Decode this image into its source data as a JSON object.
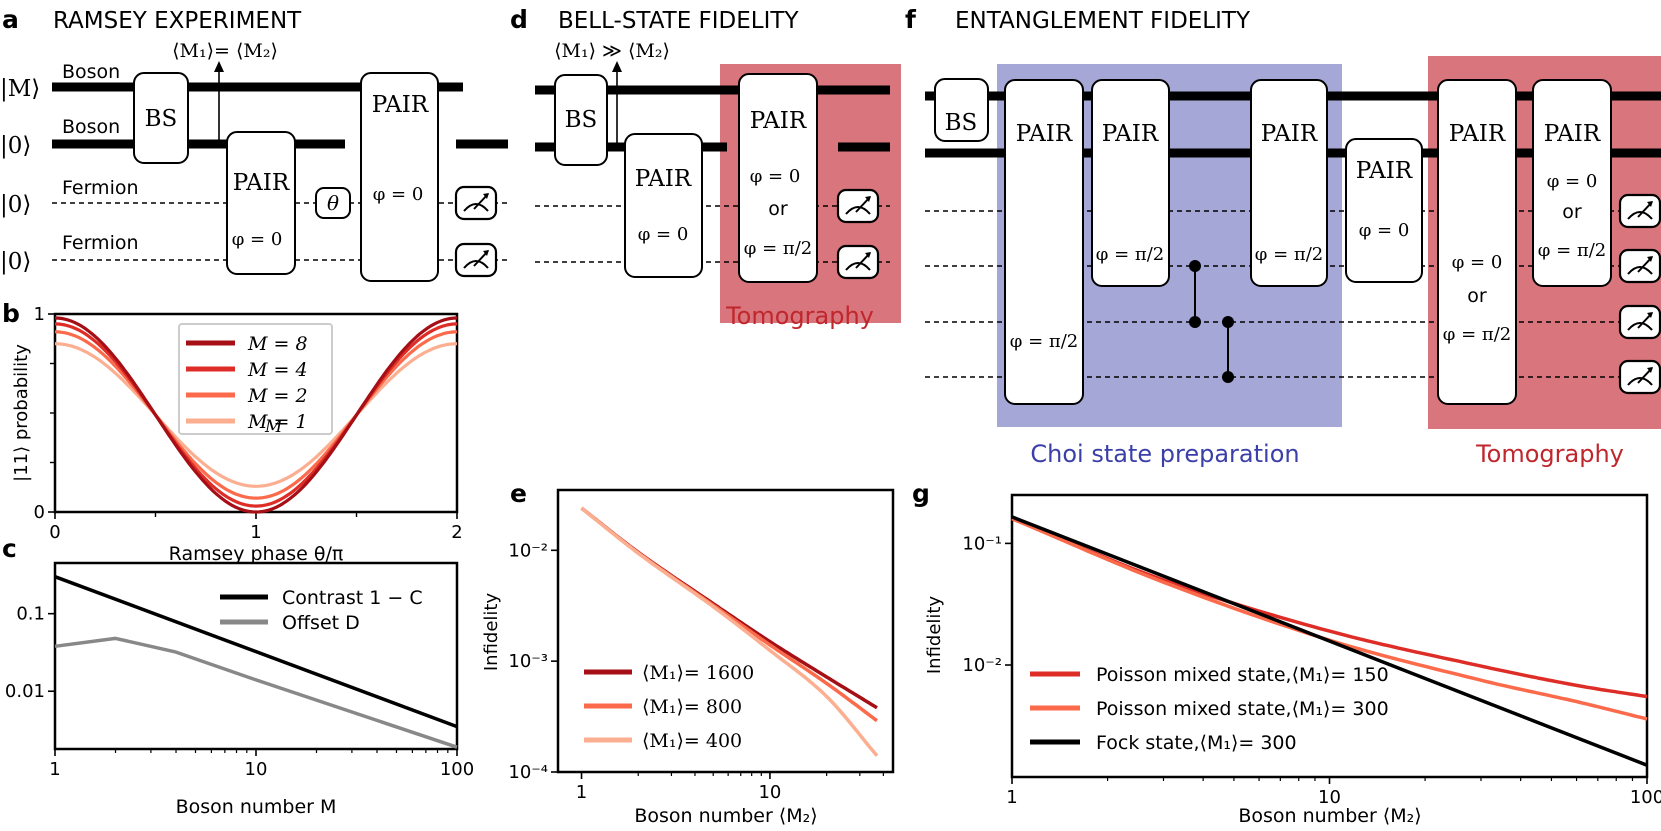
{
  "panels": {
    "a": {
      "letter": "a",
      "title": "RAMSEY EXPERIMENT",
      "relation": "⟨M₁⟩= ⟨M₂⟩",
      "wire_states": [
        "|M⟩",
        "|0⟩",
        "|0⟩",
        "|0⟩"
      ],
      "wire_labels": [
        "Boson",
        "Boson",
        "Fermion",
        "Fermion"
      ],
      "gates": {
        "bs": "BS",
        "pair": "PAIR",
        "phase0": "φ = 0",
        "theta": "θ"
      }
    },
    "b": {
      "letter": "b"
    },
    "c": {
      "letter": "c"
    },
    "d": {
      "letter": "d",
      "title": "BELL-STATE FIDELITY",
      "relation": "⟨M₁⟩ ≫ ⟨M₂⟩",
      "gates": {
        "bs": "BS",
        "pair": "PAIR",
        "phase0": "φ = 0",
        "or": "or",
        "phase_pi2": "φ = π/2"
      },
      "box_label": "Tomography"
    },
    "e": {
      "letter": "e"
    },
    "f": {
      "letter": "f",
      "title": "ENTANGLEMENT FIDELITY",
      "gates": {
        "bs": "BS",
        "pair": "PAIR",
        "phase0": "φ = 0",
        "or": "or",
        "phase_pi2": "φ = π/2"
      },
      "box_choi": "Choi state preparation",
      "box_tomo": "Tomography"
    },
    "g": {
      "letter": "g"
    }
  },
  "colors": {
    "m8": "#a50f15",
    "m4": "#de2d26",
    "m2": "#fb6a4a",
    "m1": "#fcae91",
    "contrast": "#000000",
    "offset": "#888888",
    "choi_box": "#a5a7d6",
    "tomo_box": "#d9757c",
    "tomo_text": "#c0272d",
    "choi_text": "#3b3fa8"
  },
  "chart_data": [
    {
      "panel": "b",
      "type": "line",
      "xlabel": "Ramsey phase θ/π",
      "ylabel": "|11⟩ probability",
      "xlim": [
        0,
        2
      ],
      "ylim": [
        0,
        1
      ],
      "xticks": [
        "0",
        "1",
        "2"
      ],
      "yticks": [
        "0",
        "1"
      ],
      "legend_position": "upper-center",
      "legend_stray_text": "M",
      "series": [
        {
          "name": "M = 8",
          "color_key": "m8",
          "min": 0.0,
          "max": 0.98
        },
        {
          "name": "M = 4",
          "color_key": "m4",
          "min": 0.03,
          "max": 0.95
        },
        {
          "name": "M = 2",
          "color_key": "m2",
          "min": 0.07,
          "max": 0.91
        },
        {
          "name": "M = 1",
          "color_key": "m1",
          "min": 0.13,
          "max": 0.85
        }
      ]
    },
    {
      "panel": "c",
      "type": "line",
      "xlabel": "Boson number  M",
      "ylabel": "",
      "xscale": "log",
      "yscale": "log",
      "xlim": [
        1,
        100
      ],
      "ylim": [
        0.0018,
        0.45
      ],
      "xticks": [
        "1",
        "10",
        "100"
      ],
      "yticks": [
        "0.1",
        "0.01"
      ],
      "legend_position": "top-right",
      "series": [
        {
          "name": "Contrast 1 − C",
          "color_key": "contrast",
          "x": [
            1,
            100
          ],
          "y": [
            0.3,
            0.0035
          ]
        },
        {
          "name": "Offset D",
          "color_key": "offset",
          "x": [
            1,
            2,
            4,
            10,
            100
          ],
          "y": [
            0.038,
            0.048,
            0.032,
            0.014,
            0.0019
          ]
        }
      ]
    },
    {
      "panel": "e",
      "type": "line",
      "xlabel": "Boson number ⟨M₂⟩",
      "ylabel": "Infidelity",
      "xscale": "log",
      "yscale": "log",
      "xlim": [
        0.75,
        45
      ],
      "ylim": [
        0.0001,
        0.035
      ],
      "xticks": [
        "1",
        "10"
      ],
      "yticks": [
        "10⁻²",
        "10⁻³",
        "10⁻⁴"
      ],
      "legend_position": "lower-left",
      "series": [
        {
          "name": "⟨M₁⟩= 1600",
          "color_key": "m8",
          "x": [
            1,
            2,
            5,
            10,
            20,
            37
          ],
          "y": [
            0.024,
            0.0096,
            0.0033,
            0.0015,
            0.00072,
            0.00038
          ]
        },
        {
          "name": "⟨M₁⟩= 800",
          "color_key": "m2",
          "x": [
            1,
            2,
            5,
            10,
            20,
            37
          ],
          "y": [
            0.024,
            0.0095,
            0.0032,
            0.0014,
            0.00063,
            0.00029
          ]
        },
        {
          "name": "⟨M₁⟩= 400",
          "color_key": "m1",
          "x": [
            1,
            2,
            5,
            10,
            20,
            37
          ],
          "y": [
            0.024,
            0.0094,
            0.0031,
            0.00125,
            0.00048,
            0.00014
          ]
        }
      ]
    },
    {
      "panel": "g",
      "type": "line",
      "xlabel": "Boson number ⟨M₂⟩",
      "ylabel": "Infidelity",
      "xscale": "log",
      "yscale": "log",
      "xlim": [
        1,
        100
      ],
      "ylim": [
        0.0012,
        0.25
      ],
      "xticks": [
        "1",
        "10",
        "100"
      ],
      "yticks": [
        "10⁻¹",
        "10⁻²"
      ],
      "legend_position": "lower-left",
      "series": [
        {
          "name": "Poisson mixed state,⟨M₁⟩= 150",
          "color_key": "m4",
          "x": [
            1,
            3,
            10,
            30,
            60,
            100
          ],
          "y": [
            0.16,
            0.05,
            0.019,
            0.0098,
            0.0068,
            0.0055
          ]
        },
        {
          "name": "Poisson mixed state,⟨M₁⟩= 300",
          "color_key": "m2",
          "x": [
            1,
            3,
            10,
            30,
            60,
            100
          ],
          "y": [
            0.16,
            0.048,
            0.016,
            0.0075,
            0.005,
            0.0036
          ]
        },
        {
          "name": "Fock state,⟨M₁⟩= 300",
          "color_key": "contrast",
          "x": [
            1,
            100
          ],
          "y": [
            0.165,
            0.0015
          ]
        }
      ]
    }
  ]
}
